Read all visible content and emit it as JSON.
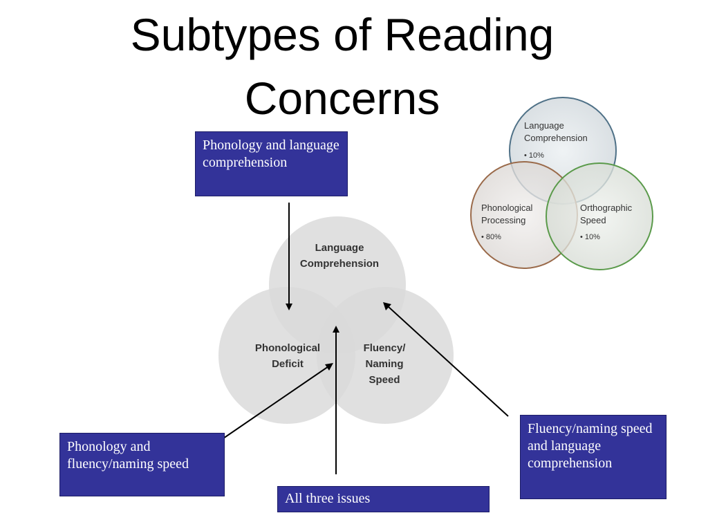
{
  "slide": {
    "title_line_1": "Subtypes of Reading",
    "title_line_2": "Concerns"
  },
  "main_venn": {
    "circles": {
      "language": {
        "label_lines": [
          "Language",
          "Comprehension"
        ]
      },
      "phonological": {
        "label_lines": [
          "Phonological",
          "Deficit"
        ]
      },
      "fluency": {
        "label_lines": [
          "Fluency/",
          "Naming",
          "Speed"
        ]
      }
    },
    "fill_color": "#d9d9d9",
    "text_color": "#333333"
  },
  "small_venn": {
    "circles": {
      "language": {
        "label_lines": [
          "Language",
          "Comprehension"
        ],
        "bullet": "• 10%",
        "border_color": "#4f7187"
      },
      "phonological": {
        "label_lines": [
          "Phonological",
          "Processing"
        ],
        "bullet": "• 80%",
        "border_color": "#9a6a4a"
      },
      "orthographic": {
        "label_lines": [
          "Orthographic",
          "Speed"
        ],
        "bullet": "• 10%",
        "border_color": "#5a9a4a"
      }
    }
  },
  "callouts": {
    "phon_lang": "Phonology and language comprehension",
    "phon_fluency": "Phonology and fluency/naming speed",
    "all_three": "All three issues",
    "fluency_lang": "Fluency/naming speed and language comprehension"
  },
  "colors": {
    "callout_bg": "#333399",
    "callout_text": "#ffffff"
  }
}
